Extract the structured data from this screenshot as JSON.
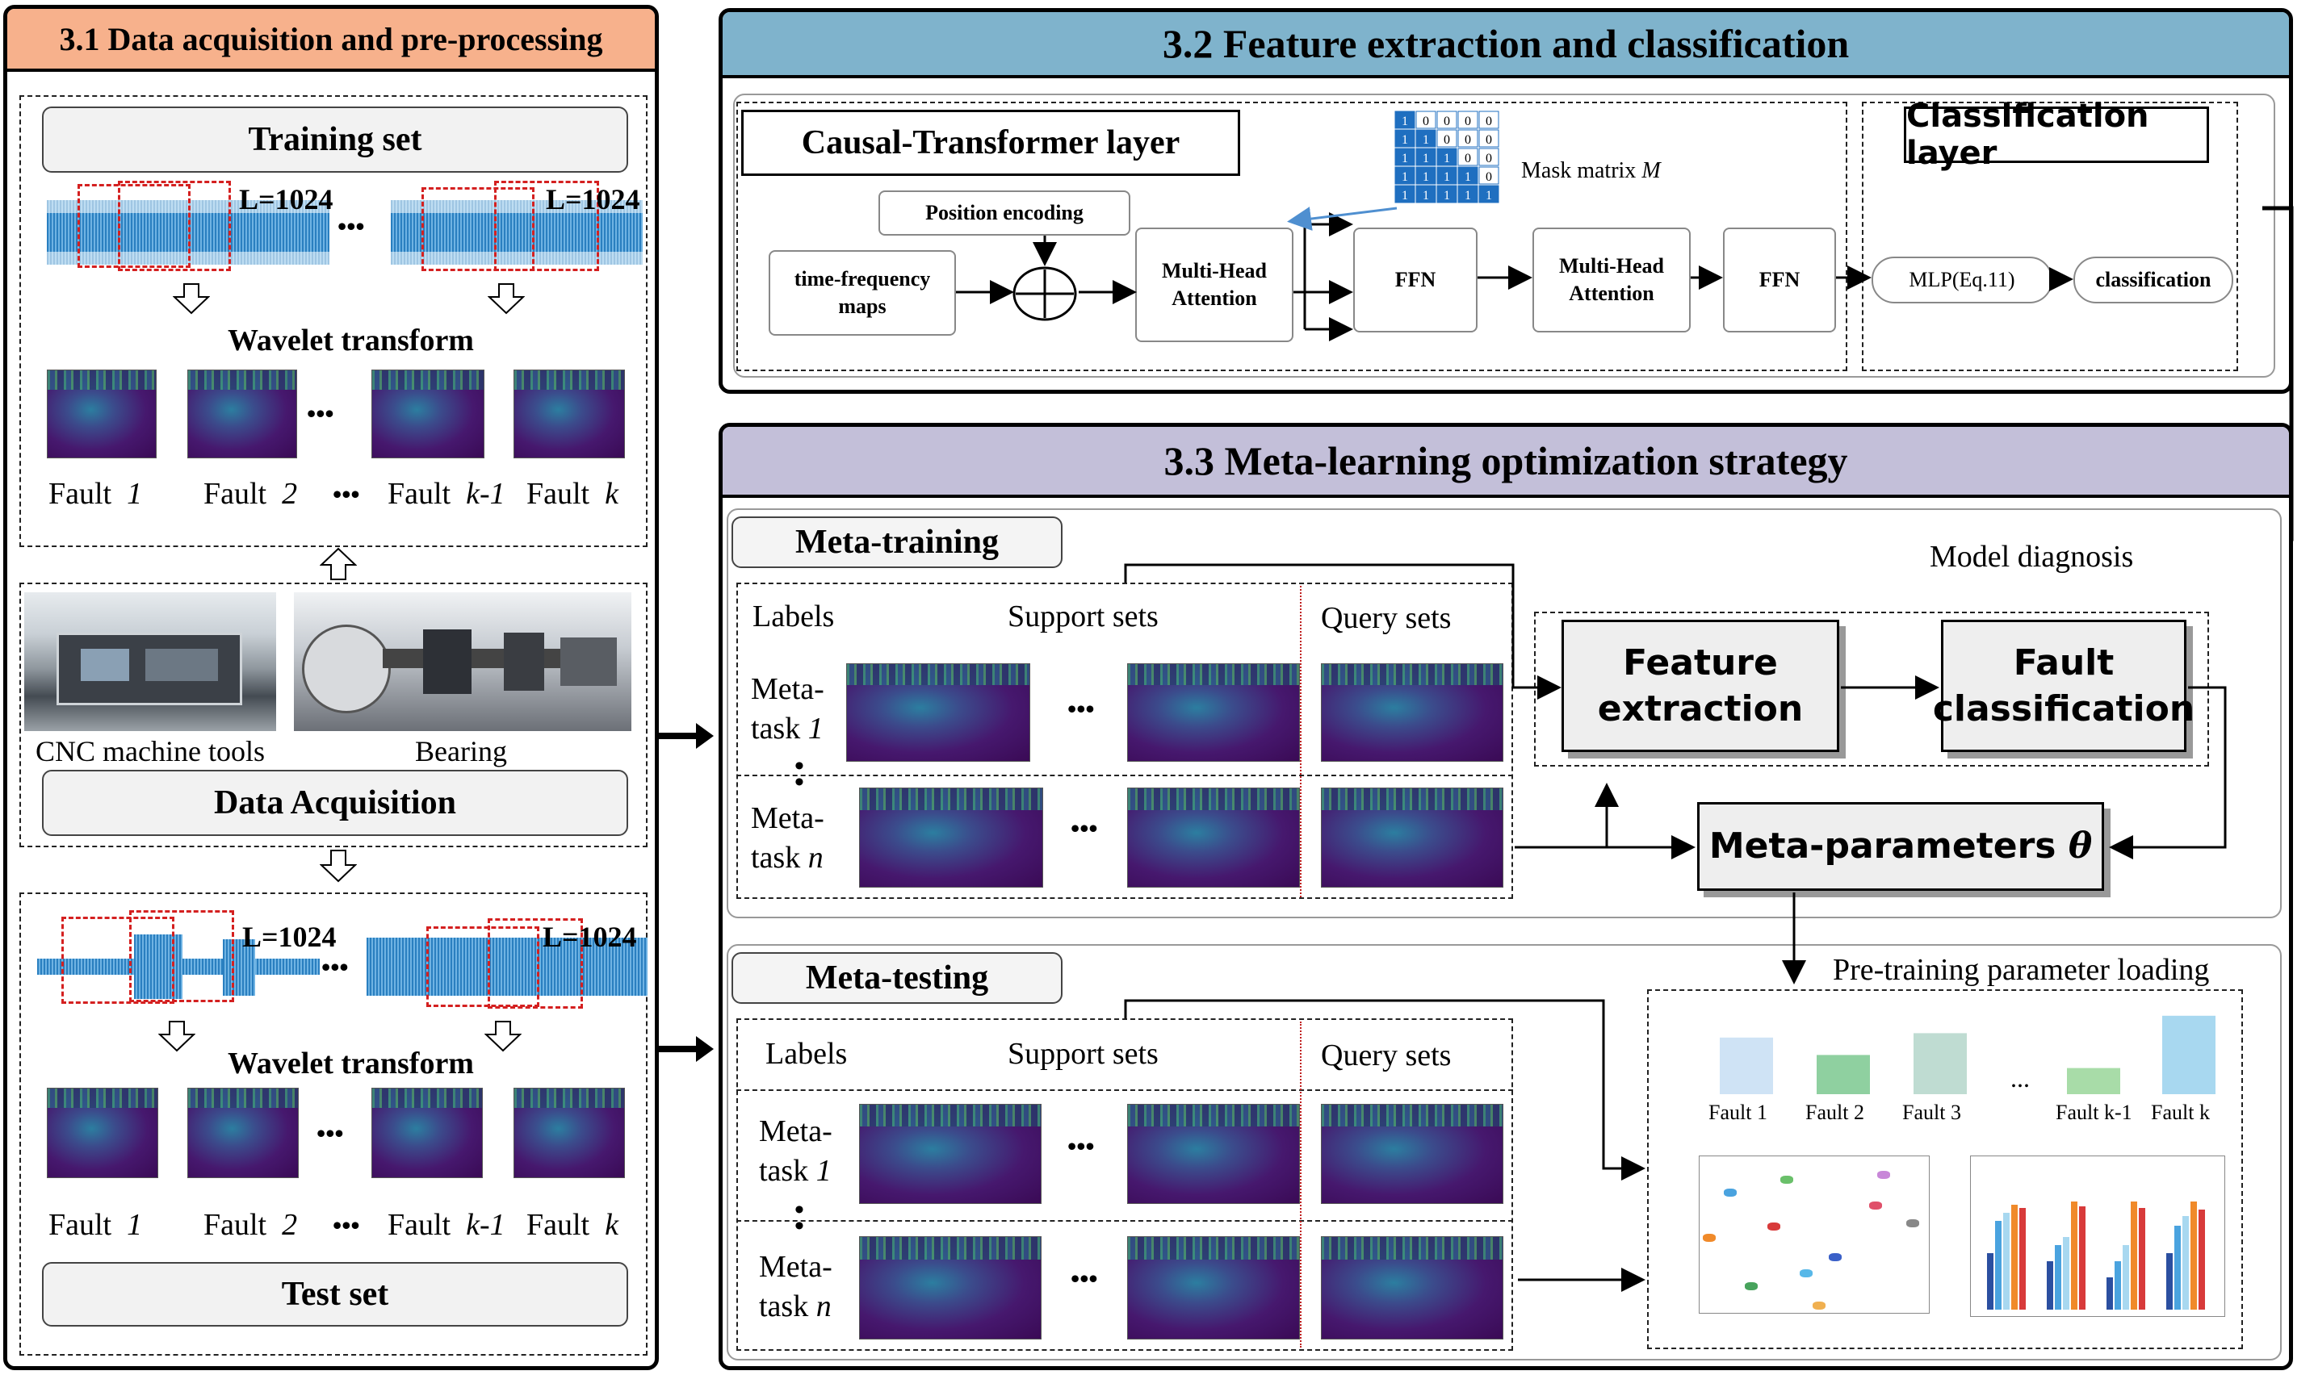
{
  "colors": {
    "header_31": "#f7b18c",
    "header_32": "#7fb3cc",
    "header_33": "#c3bfd9",
    "signal": "#2a7fc0",
    "window": "#d42020",
    "mask_blue": "#1f6fc0"
  },
  "panel_31": {
    "title": "3.1 Data acquisition and pre-processing",
    "training_set": "Training set",
    "window_label_1": "L=1024",
    "window_label_2": "L=1024",
    "ellipsis": "•••",
    "wavelet_1": "Wavelet transform",
    "fault_labels": [
      "Fault  1",
      "Fault  2",
      "Fault  k-1",
      "Fault  k"
    ],
    "fault_prefix": "Fault",
    "fault_idx": [
      "1",
      "2",
      "k-1",
      "k"
    ],
    "cnc_caption": "CNC machine tools",
    "bearing_caption": "Bearing",
    "data_acquisition": "Data Acquisition",
    "test_window_1": "L=1024",
    "test_window_2": "L=1024",
    "wavelet_2": "Wavelet transform",
    "test_set": "Test set"
  },
  "panel_32": {
    "title": "3.2 Feature extraction and classification",
    "causal_layer": "Causal-Transformer layer",
    "classification_layer": "Classification layer",
    "position_encoding": "Position encoding",
    "tf_maps": "time-frequency maps",
    "mha1": "Multi-Head Attention",
    "ffn1": "FFN",
    "mha2": "Multi-Head Attention",
    "ffn2": "FFN",
    "mlp": "MLP(Eq.11)",
    "classification": "classification",
    "mask_label": "Mask matrix",
    "mask_symbol": "M",
    "mask_matrix": [
      [
        "1",
        "0",
        "0",
        "0",
        "0"
      ],
      [
        "1",
        "1",
        "0",
        "0",
        "0"
      ],
      [
        "1",
        "1",
        "1",
        "0",
        "0"
      ],
      [
        "1",
        "1",
        "1",
        "1",
        "0"
      ],
      [
        "1",
        "1",
        "1",
        "1",
        "1"
      ]
    ]
  },
  "panel_33": {
    "title": "3.3 Meta-learning optimization strategy",
    "meta_training": "Meta-training",
    "meta_testing": "Meta-testing",
    "labels": "Labels",
    "support_sets": "Support sets",
    "query_sets": "Query sets",
    "meta": "Meta-",
    "task_1": "task 1",
    "task_n": "task n",
    "task_word": "task",
    "task_idx_1": "1",
    "task_idx_n": "n",
    "model_diagnosis": "Model diagnosis",
    "feature_extraction": "Feature extraction",
    "fault_classification": "Fault classification",
    "meta_parameters": "Meta-parameters",
    "theta": "θ",
    "pretraining": "Pre-training parameter loading",
    "result_faults": [
      "Fault 1",
      "Fault 2",
      "Fault 3",
      "Fault k-1",
      "Fault k"
    ],
    "result_ellipsis": "..."
  },
  "chart_data": {
    "type": "bar",
    "title": "",
    "categories": [
      "Fault 1",
      "Fault 2",
      "Fault 3",
      "Fault k-1",
      "Fault k"
    ],
    "values": [
      0.65,
      0.45,
      0.7,
      0.3,
      0.9
    ],
    "colors": [
      "#cfe3f5",
      "#8fd0a0",
      "#bfdcd2",
      "#a8dca8",
      "#a8d8f0"
    ]
  }
}
